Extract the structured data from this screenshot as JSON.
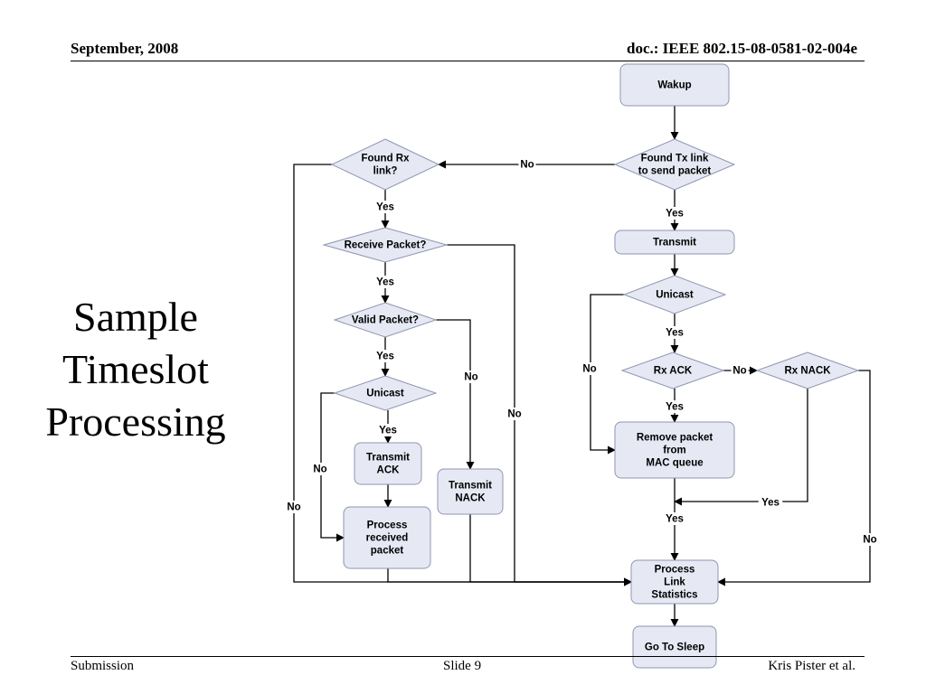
{
  "header": {
    "left": "September, 2008",
    "right": "doc.: IEEE 802.15-08-0581-02-004e"
  },
  "title": [
    "Sample",
    "Timeslot",
    "Processing"
  ],
  "footer": {
    "left": "Submission",
    "center": "Slide 9",
    "right": "Kris Pister et al."
  },
  "diagram": {
    "nodes": [
      {
        "id": "wakup",
        "shape": "rect",
        "lines": [
          "Wakup"
        ]
      },
      {
        "id": "found_tx",
        "shape": "diamond",
        "lines": [
          "Found Tx link",
          "to send packet"
        ]
      },
      {
        "id": "found_rx",
        "shape": "diamond",
        "lines": [
          "Found Rx",
          "link?"
        ]
      },
      {
        "id": "receive",
        "shape": "diamond",
        "lines": [
          "Receive Packet?"
        ]
      },
      {
        "id": "valid",
        "shape": "diamond",
        "lines": [
          "Valid Packet?"
        ]
      },
      {
        "id": "unicast_rx",
        "shape": "diamond",
        "lines": [
          "Unicast"
        ]
      },
      {
        "id": "tx_ack",
        "shape": "rect",
        "lines": [
          "Transmit",
          "ACK"
        ]
      },
      {
        "id": "tx_nack",
        "shape": "rect",
        "lines": [
          "Transmit",
          "NACK"
        ]
      },
      {
        "id": "process_rx",
        "shape": "rect",
        "lines": [
          "Process",
          "received",
          "packet"
        ]
      },
      {
        "id": "transmit",
        "shape": "rect",
        "lines": [
          "Transmit"
        ]
      },
      {
        "id": "unicast_tx",
        "shape": "diamond",
        "lines": [
          "Unicast"
        ]
      },
      {
        "id": "rx_ack",
        "shape": "diamond",
        "lines": [
          "Rx ACK"
        ]
      },
      {
        "id": "rx_nack",
        "shape": "diamond",
        "lines": [
          "Rx NACK"
        ]
      },
      {
        "id": "remove",
        "shape": "rect",
        "lines": [
          "Remove packet",
          "from",
          "MAC queue"
        ]
      },
      {
        "id": "stats",
        "shape": "rect",
        "lines": [
          "Process",
          "Link",
          "Statistics"
        ]
      },
      {
        "id": "sleep",
        "shape": "rect",
        "lines": [
          "Go To Sleep"
        ]
      }
    ],
    "edges": [
      {
        "from": "wakup",
        "to": "found_tx",
        "label": ""
      },
      {
        "from": "found_tx",
        "to": "found_rx",
        "label": "No"
      },
      {
        "from": "found_tx",
        "to": "transmit",
        "label": "Yes"
      },
      {
        "from": "found_rx",
        "to": "receive",
        "label": "Yes"
      },
      {
        "from": "found_rx",
        "to": "stats",
        "label": "No"
      },
      {
        "from": "receive",
        "to": "valid",
        "label": "Yes"
      },
      {
        "from": "receive",
        "to": "stats",
        "label": "No"
      },
      {
        "from": "valid",
        "to": "unicast_rx",
        "label": "Yes"
      },
      {
        "from": "valid",
        "to": "tx_nack",
        "label": "No"
      },
      {
        "from": "unicast_rx",
        "to": "tx_ack",
        "label": "Yes"
      },
      {
        "from": "unicast_rx",
        "to": "process_rx",
        "label": "No"
      },
      {
        "from": "tx_ack",
        "to": "process_rx",
        "label": ""
      },
      {
        "from": "process_rx",
        "to": "stats",
        "label": ""
      },
      {
        "from": "tx_nack",
        "to": "stats",
        "label": ""
      },
      {
        "from": "transmit",
        "to": "unicast_tx",
        "label": ""
      },
      {
        "from": "unicast_tx",
        "to": "rx_ack",
        "label": "Yes"
      },
      {
        "from": "unicast_tx",
        "to": "remove",
        "label": "No"
      },
      {
        "from": "rx_ack",
        "to": "remove",
        "label": "Yes"
      },
      {
        "from": "rx_ack",
        "to": "rx_nack",
        "label": "No"
      },
      {
        "from": "rx_nack",
        "to": "remove",
        "label": "Yes"
      },
      {
        "from": "rx_nack",
        "to": "stats",
        "label": "No"
      },
      {
        "from": "remove",
        "to": "stats",
        "label": "Yes"
      },
      {
        "from": "stats",
        "to": "sleep",
        "label": ""
      }
    ]
  }
}
